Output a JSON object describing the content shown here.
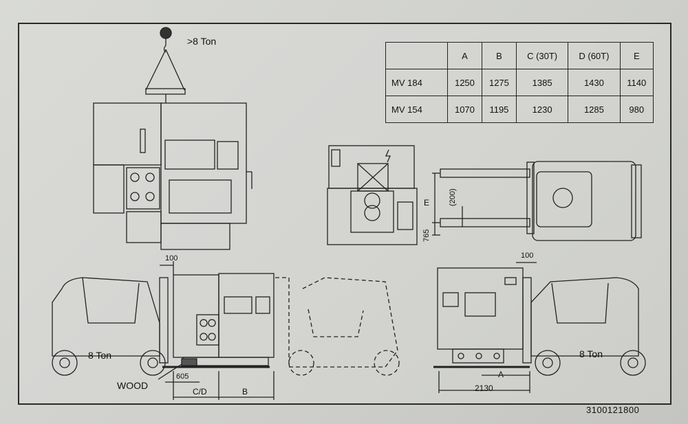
{
  "load_label": ">8 Ton",
  "table": {
    "headers": [
      "",
      "A",
      "B",
      "C (30T)",
      "D (60T)",
      "E"
    ],
    "rows": [
      {
        "model": "MV 184",
        "values": [
          "1250",
          "1275",
          "1385",
          "1430",
          "1140"
        ]
      },
      {
        "model": "MV 154",
        "values": [
          "1070",
          "1195",
          "1230",
          "1285",
          "980"
        ]
      }
    ]
  },
  "forklift_left_label": "8 Ton",
  "forklift_right_label": "8 Ton",
  "dim_labels": {
    "clearance_left": "100",
    "clearance_right": "100",
    "wood": "WOOD",
    "offset_605": "605",
    "cd": "C/D",
    "b": "B",
    "a": "A",
    "width_2130": "2130",
    "e": "E",
    "h200": "(200)",
    "h765": "765"
  },
  "serial": "3100121800",
  "colors": {
    "line": "#222222",
    "panel_bg": "#d6d7d3"
  }
}
